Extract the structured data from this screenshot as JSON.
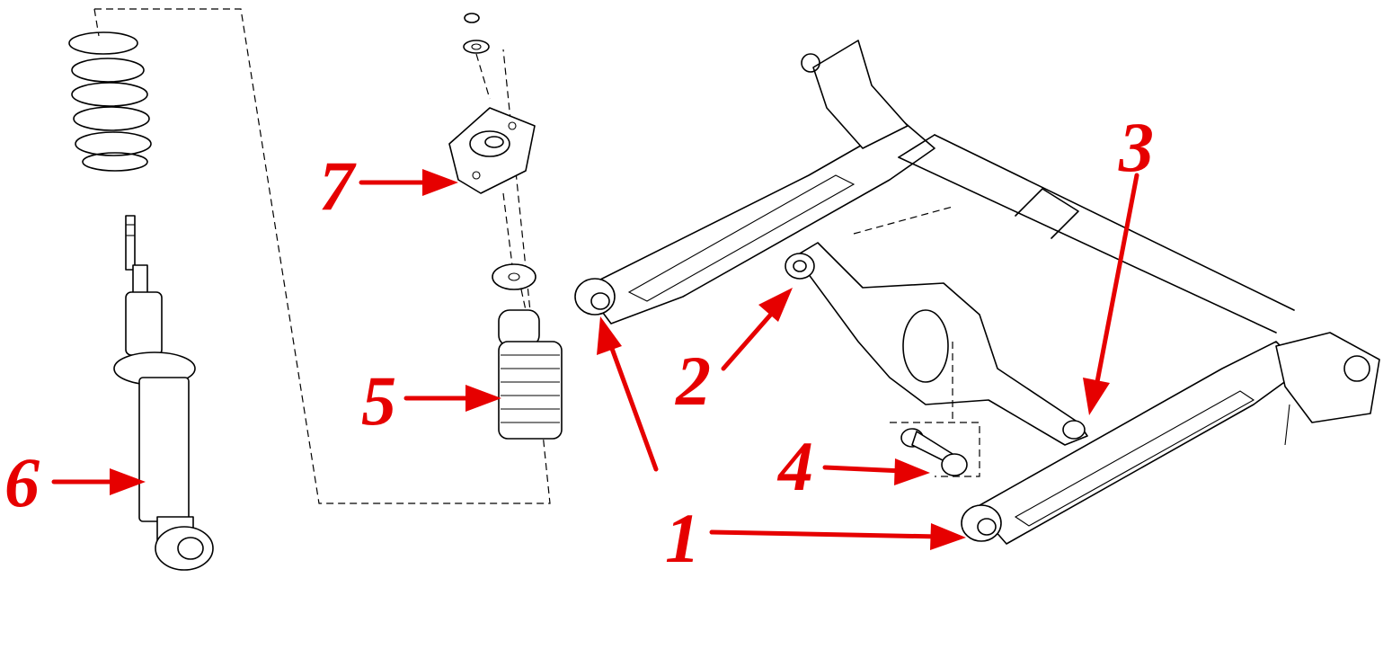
{
  "callouts": {
    "c1": "1",
    "c2": "2",
    "c3": "3",
    "c4": "4",
    "c5": "5",
    "c6": "6",
    "c7": "7"
  },
  "colors": {
    "callout": "#e60000",
    "line": "#000000",
    "background": "#ffffff"
  }
}
